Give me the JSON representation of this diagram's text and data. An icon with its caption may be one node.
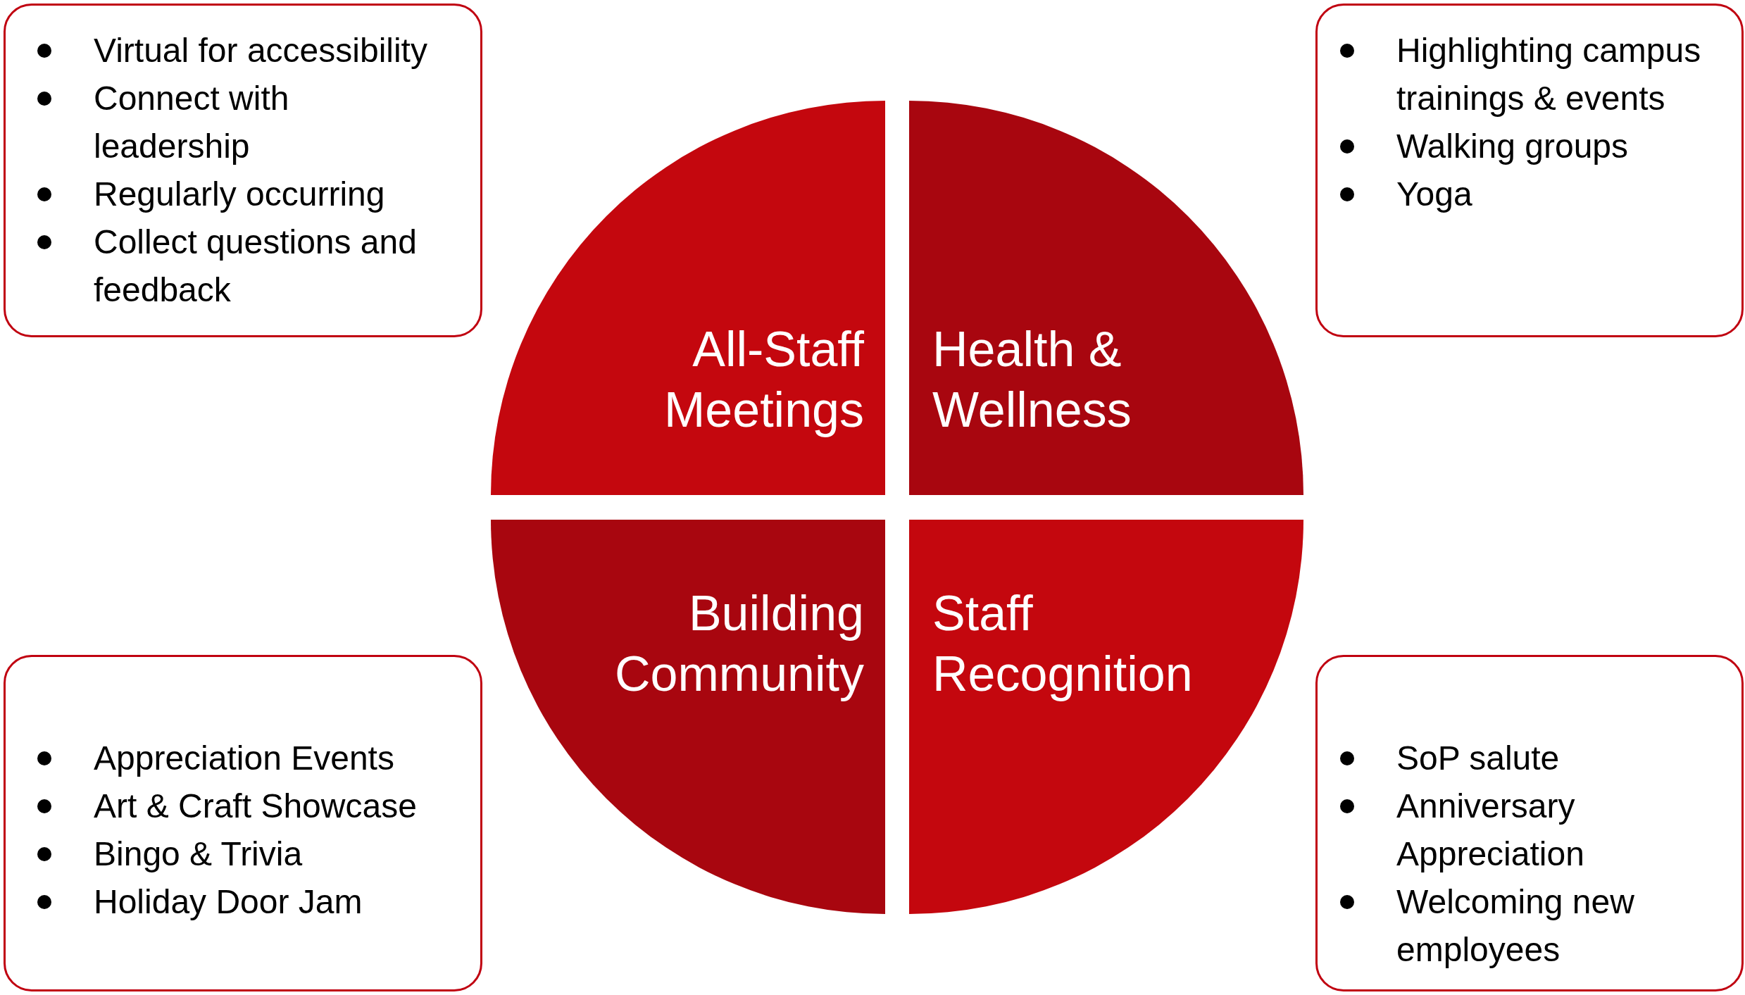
{
  "diagram": {
    "nodes": [
      {
        "text": [
          "Virtual for accessibility",
          "Connect with leadership",
          "Regularly occurring",
          "Collect questions and feedback"
        ]
      },
      {
        "text": [
          "Highlighting campus trainings & events",
          "Walking groups",
          "Yoga"
        ]
      },
      {
        "text": [
          "All-Staff Meetings"
        ]
      },
      {
        "text": [
          "Health & Wellness"
        ]
      },
      {
        "text": [
          "Building Community"
        ]
      },
      {
        "text": [
          "Staff Recognition"
        ]
      },
      {
        "text": [
          "Appreciation Events",
          "Art & Craft Showcase",
          "Bingo & Trivia",
          "Holiday Door Jam"
        ]
      },
      {
        "text": [
          "SoP salute",
          "Anniversary Appreciation",
          "Welcoming new employees"
        ]
      }
    ]
  }
}
